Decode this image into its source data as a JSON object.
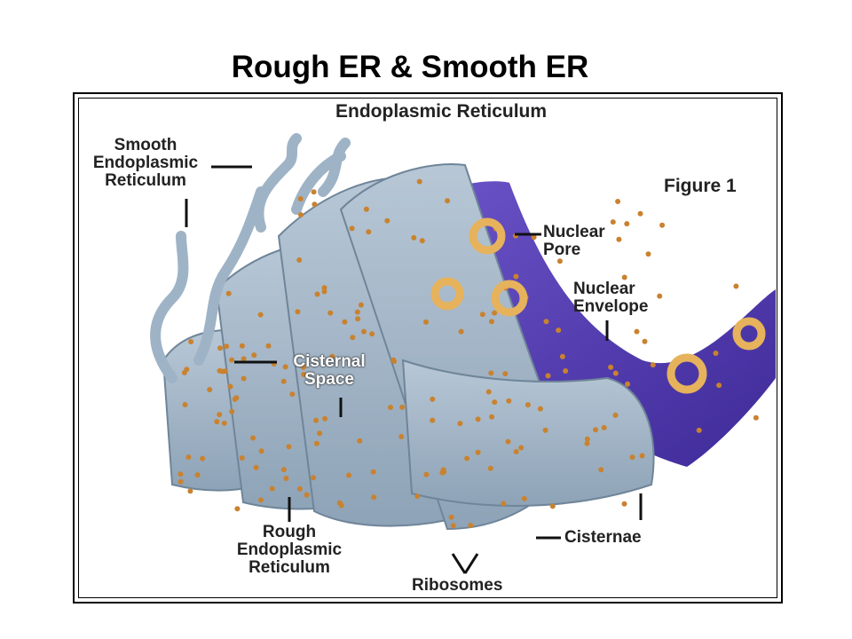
{
  "slide": {
    "title": "Rough ER & Smooth ER"
  },
  "figure": {
    "heading": "Endoplasmic Reticulum",
    "figure_number": "Figure 1",
    "labels": {
      "smooth_er": "Smooth\nEndoplasmic\nReticulum",
      "nuclear_pore": "Nuclear\nPore",
      "nuclear_envelope": "Nuclear\nEnvelope",
      "cisternal_space": "Cisternal\nSpace",
      "rough_er": "Rough\nEndoplasmic\nReticulum",
      "cisternae": "Cisternae",
      "ribosomes": "Ribosomes"
    },
    "colors": {
      "er_membrane": "#9fb3c6",
      "er_shadow": "#6f8599",
      "nuclear_envelope": "#5a3fb5",
      "ribosome": "#c9822f",
      "nuclear_pore": "#e6b25c"
    }
  }
}
